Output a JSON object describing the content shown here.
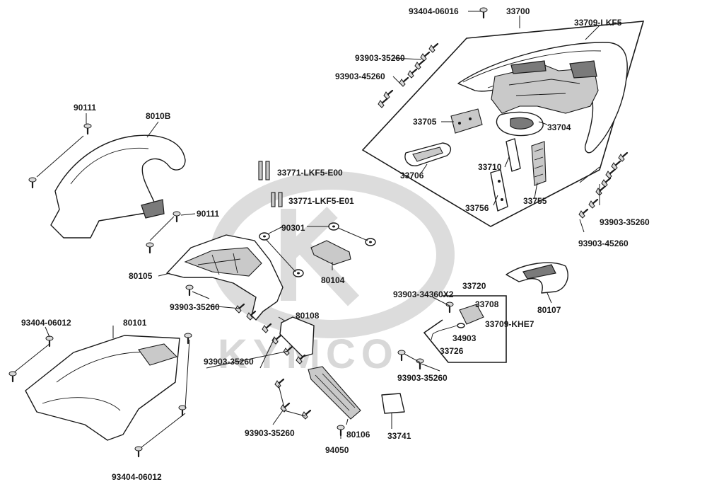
{
  "watermark": {
    "brand": "KYMCO",
    "color": "#d8d8d8"
  },
  "labels": {
    "p93404_06016": "93404-06016",
    "p33700": "33700",
    "p33709_lkf5": "33709-LKF5",
    "p93903_35260_a": "93903-35260",
    "p93903_45260_a": "93903-45260",
    "p90111_a": "90111",
    "p8010b": "8010B",
    "p33705": "33705",
    "p33704": "33704",
    "p33706": "33706",
    "p33710": "33710",
    "p33756": "33756",
    "p33755": "33755",
    "p33771_e00": "33771-LKF5-E00",
    "p33771_e01": "33771-LKF5-E01",
    "p90111_b": "90111",
    "p90301": "90301",
    "p80105": "80105",
    "p80104": "80104",
    "p93903_35260_b": "93903-35260",
    "p93903_35260_c": "93903-35260",
    "p93903_45260_b": "93903-45260",
    "p93903_34360x2": "93903-34360X2",
    "p33720": "33720",
    "p33708": "33708",
    "p33709_khe7": "33709-KHE7",
    "p34903": "34903",
    "p33726": "33726",
    "p80107": "80107",
    "p93404_06012_a": "93404-06012",
    "p80101": "80101",
    "p80108": "80108",
    "p93903_35260_d": "93903-35260",
    "p93903_35260_e": "93903-35260",
    "p93903_35260_f": "93903-35260",
    "p33741": "33741",
    "p80106": "80106",
    "p94050": "94050",
    "p93404_06012_b": "93404-06012"
  }
}
